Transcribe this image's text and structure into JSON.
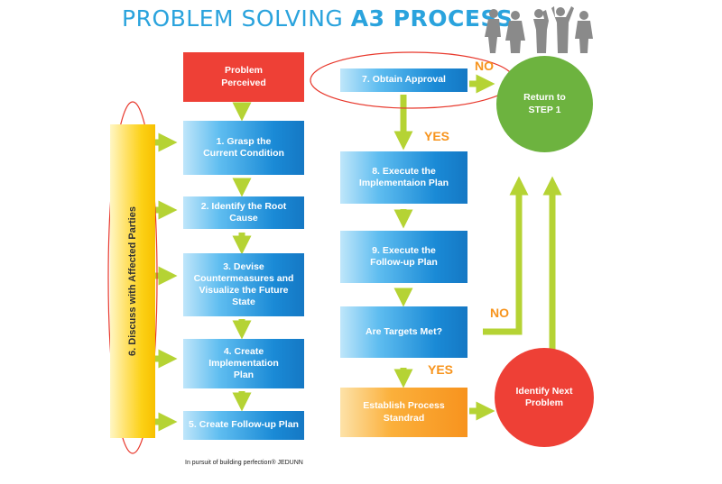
{
  "title": {
    "part1": "PROBLEM SOLVING ",
    "part2": "A3 PROCESS"
  },
  "nodes": {
    "problem": "Problem\nPerceived",
    "step1": "1. Grasp the\nCurrent Condition",
    "step2": "2. Identify the Root Cause",
    "step3": "3. Devise\nCountermeasures and\nVisualize the Future State",
    "step4": "4. Create Implementation\nPlan",
    "step5": "5. Create Follow-up Plan",
    "step6": "6. Discuss with Affected Parties",
    "step7": "7. Obtain Approval",
    "step8": "8. Execute the\nImplementaion Plan",
    "step9": "9. Execute the\nFollow-up Plan",
    "targets": "Are Targets Met?",
    "standard": "Establish Process\nStandrad",
    "return": "Return to\nSTEP 1",
    "next": "Identify Next\nProblem"
  },
  "labels": {
    "no_top": "NO",
    "yes_top": "YES",
    "no_mid": "NO",
    "yes_bottom": "YES"
  },
  "footer": "In pursuit of building perfection® JEDUNN",
  "colors": {
    "title": "#2aa3dd",
    "arrow": "#b5d334",
    "red": "#ee4036",
    "green": "#6db33f",
    "orange": "#f7941d",
    "yellow": "#fcd116",
    "blue": "#1a8ad6"
  },
  "icons": [
    "people-group-icon"
  ]
}
